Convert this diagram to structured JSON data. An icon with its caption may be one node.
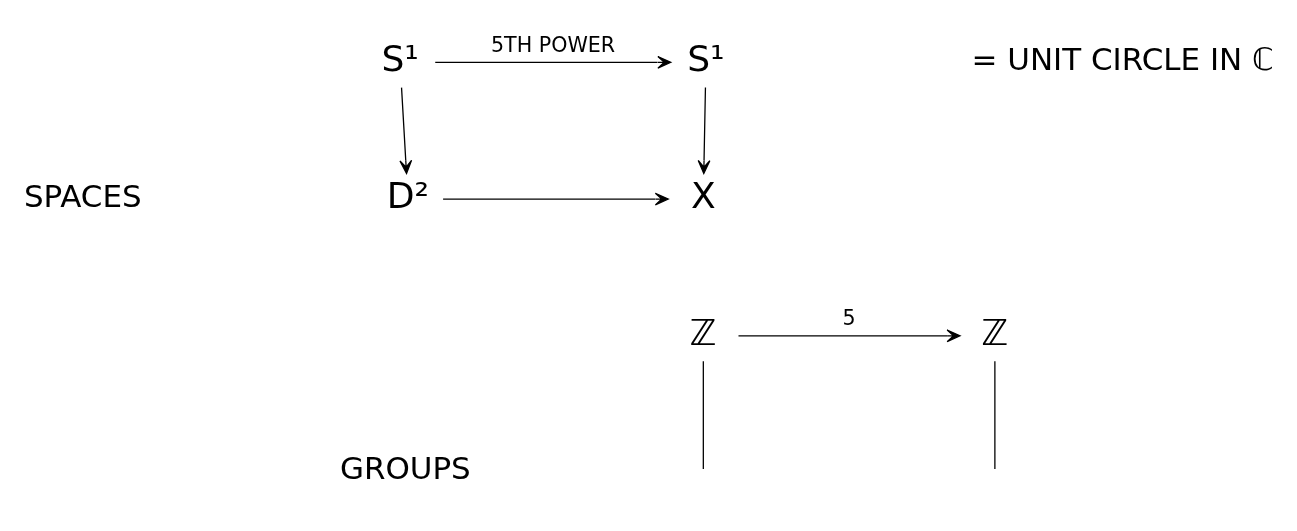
{
  "diagram": {
    "nodes": [
      {
        "text": [
          "S¹"
        ]
      },
      {
        "text": [
          "S¹"
        ]
      },
      {
        "text": [
          "D²"
        ]
      },
      {
        "text": [
          "X"
        ]
      },
      {
        "text": [
          "ℤ"
        ]
      },
      {
        "text": [
          "ℤ"
        ]
      }
    ],
    "edges": [
      {
        "from": 0,
        "to": 1,
        "arrow": "to",
        "label": "5TH POWER"
      },
      {
        "from": 0,
        "to": 2,
        "arrow": "to"
      },
      {
        "from": 1,
        "to": 3,
        "arrow": "to"
      },
      {
        "from": 2,
        "to": 3,
        "arrow": "to"
      },
      {
        "from": 4,
        "to": 5,
        "arrow": "to",
        "label": "5"
      },
      {
        "from": 4,
        "to": null,
        "arrow": "none"
      },
      {
        "from": 5,
        "to": null,
        "arrow": "none"
      }
    ],
    "labels": [
      "= UNIT CIRCLE IN ℂ",
      "SPACES",
      "GROUPS"
    ]
  }
}
